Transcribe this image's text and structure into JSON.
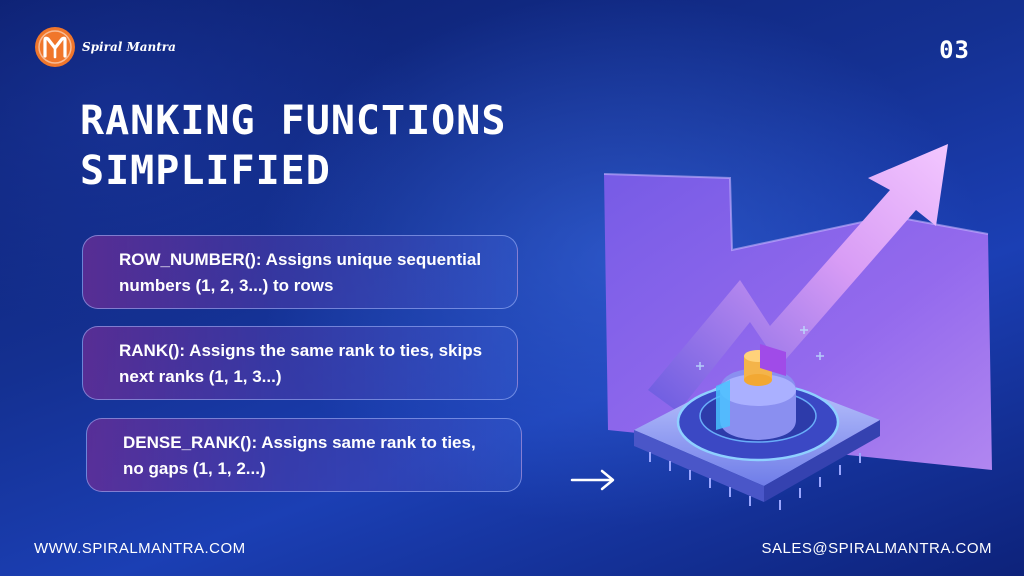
{
  "brand": {
    "name": "Spiral Mantra",
    "logo_icon": "spiral-m-logo"
  },
  "page_number": "03",
  "title": "RANKING FUNCTIONS SIMPLIFIED",
  "cards": [
    {
      "text": "ROW_NUMBER(): Assigns unique sequential numbers (1, 2, 3...) to rows"
    },
    {
      "text": "RANK(): Assigns the same rank to ties, skips next ranks (1, 1, 3...)"
    },
    {
      "text": "DENSE_RANK(): Assigns same rank to ties, no gaps (1, 1, 2...)"
    }
  ],
  "next_icon": "arrow-right-icon",
  "illustration": {
    "icon": "growth-chart-chip-illustration"
  },
  "footer": {
    "website": "WWW.SPIRALMANTRA.COM",
    "email": "SALES@SPIRALMANTRA.COM"
  },
  "colors": {
    "background": "#1b3fb4",
    "logo_orange": "#f0762b",
    "card_purple": "#6e2d96",
    "arrow_pink": "#e9a7ff",
    "text": "#ffffff"
  }
}
